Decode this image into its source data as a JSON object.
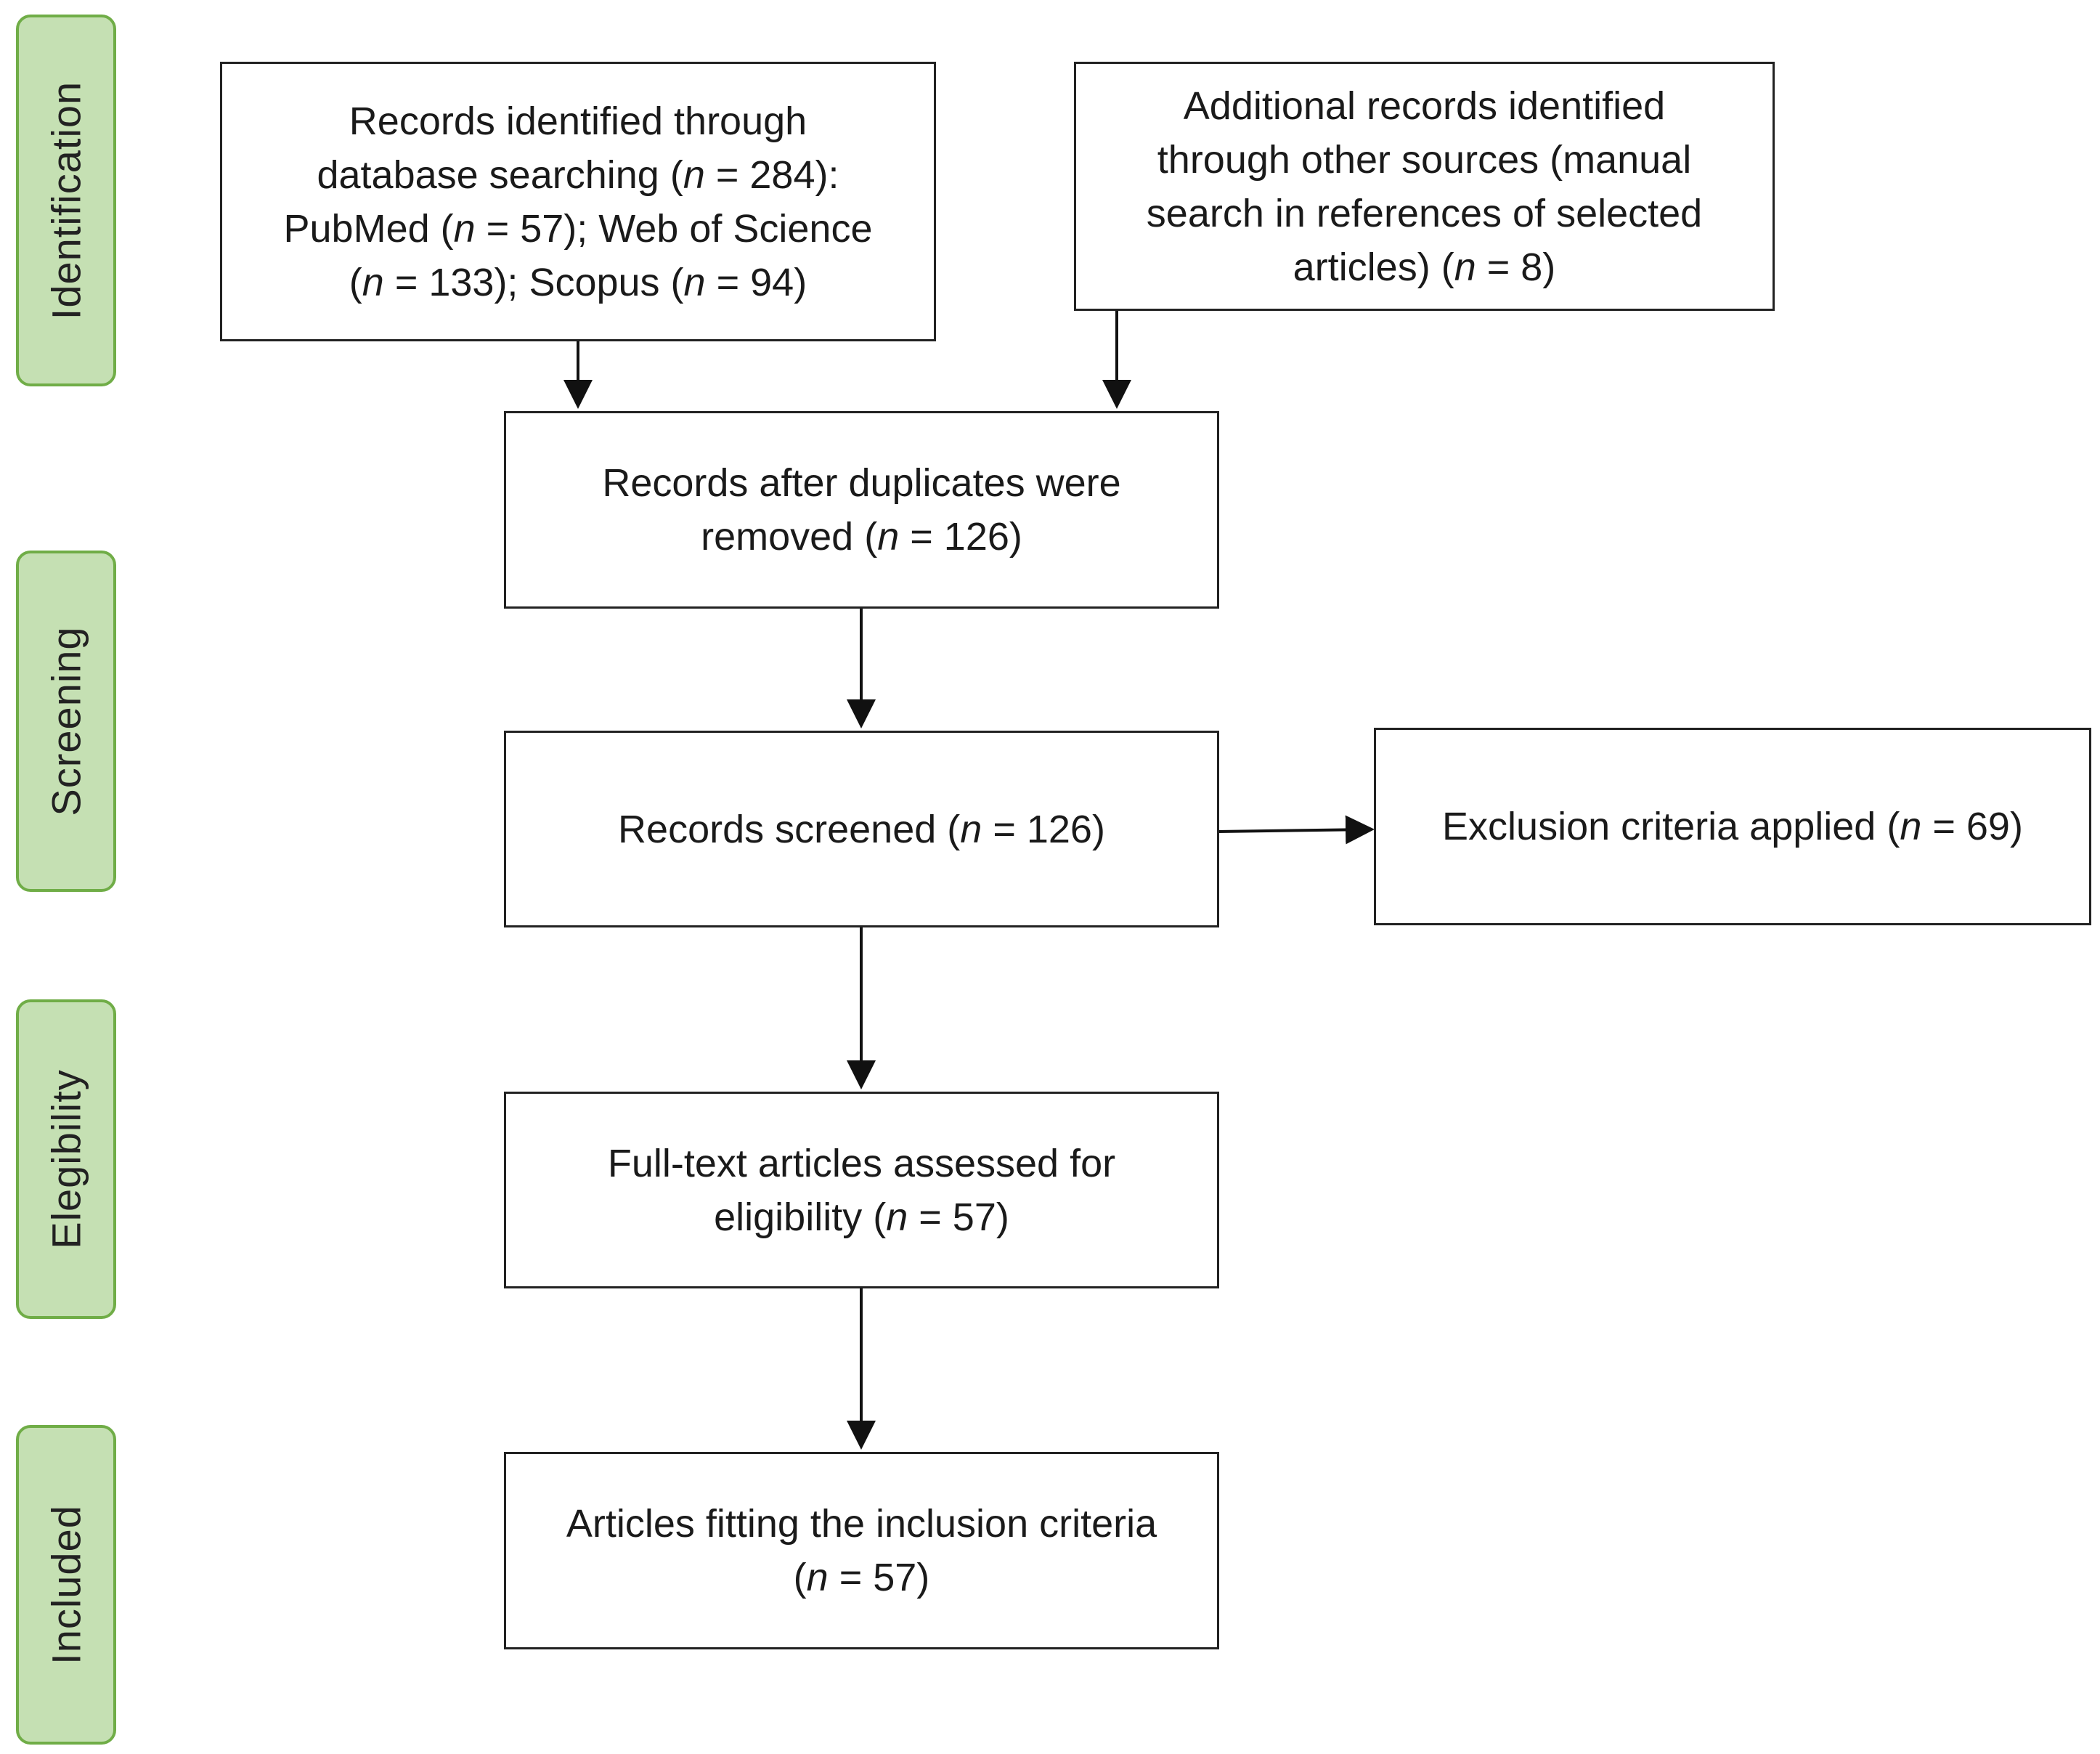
{
  "stages": {
    "identification": "Identification",
    "screening": "Screening",
    "eligibility": "Elegibility",
    "included": "Included"
  },
  "boxes": {
    "database_search": {
      "line1": "Records identified through",
      "line2_pre": "database searching (",
      "line2_n": "n",
      "line2_post": " = 284):",
      "line3_pre": "PubMed (",
      "line3_n": "n",
      "line3_post": " = 57); Web of Science",
      "line4_pre": "(",
      "line4_n": "n",
      "line4_mid": " = 133); Scopus (",
      "line4_n2": "n",
      "line4_post": " = 94)"
    },
    "other_sources": {
      "line1": "Additional records identified",
      "line2": "through other sources (manual",
      "line3": "search in references of selected",
      "line4_pre": "articles) (",
      "line4_n": "n",
      "line4_post": " = 8)"
    },
    "duplicates_removed": {
      "line1": "Records after duplicates were",
      "line2_pre": "removed (",
      "line2_n": "n",
      "line2_post": " = 126)"
    },
    "screened": {
      "line1_pre": "Records screened (",
      "line1_n": "n",
      "line1_post": " = 126)"
    },
    "excluded": {
      "line1_pre": "Exclusion criteria applied (",
      "line1_n": "n",
      "line1_post": " = 69)"
    },
    "eligibility": {
      "line1": "Full-text articles assessed for",
      "line2_pre": "eligibility (",
      "line2_n": "n",
      "line2_post": " = 57)"
    },
    "included": {
      "line1": "Articles fitting the inclusion criteria",
      "line2_pre": "(",
      "line2_n": "n",
      "line2_post": " = 57)"
    }
  }
}
